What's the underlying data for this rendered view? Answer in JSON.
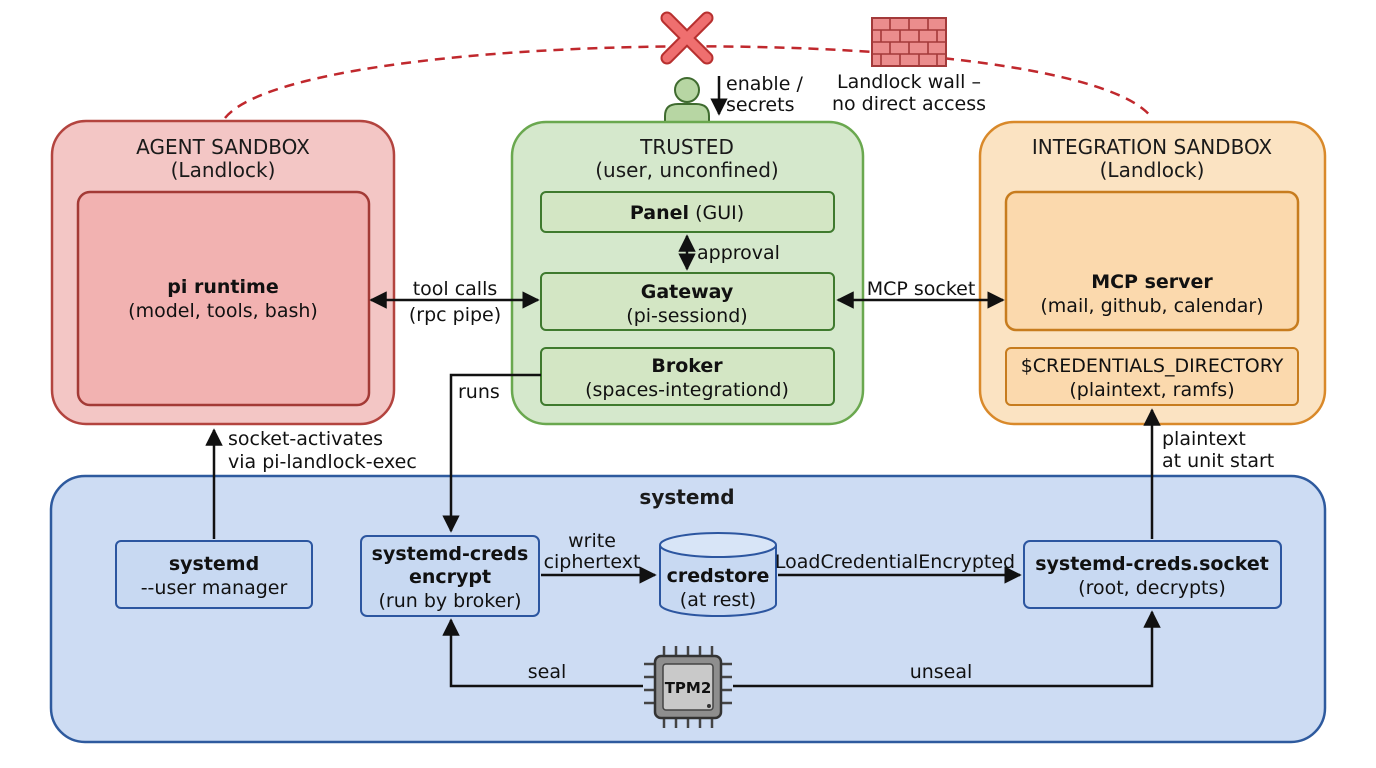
{
  "agent_sandbox": {
    "title": "AGENT SANDBOX",
    "subtitle": "(Landlock)",
    "runtime_title": "pi runtime",
    "runtime_desc": "(model, tools, bash)"
  },
  "trusted": {
    "title": "TRUSTED",
    "subtitle": "(user, unconfined)",
    "panel_title": "Panel",
    "panel_desc": "(GUI)",
    "gateway_title": "Gateway",
    "gateway_desc": "(pi-sessiond)",
    "broker_title": "Broker",
    "broker_desc": "(spaces-integrationd)"
  },
  "integration_sandbox": {
    "title": "INTEGRATION SANDBOX",
    "subtitle": "(Landlock)",
    "mcp_title": "MCP server",
    "mcp_desc": "(mail, github, calendar)",
    "cred_dir_title": "$CREDENTIALS_DIRECTORY",
    "cred_dir_desc": "(plaintext, ramfs)"
  },
  "systemd": {
    "title": "systemd",
    "user_manager_title": "systemd",
    "user_manager_desc": "--user manager",
    "encrypt_title_1": "systemd-creds",
    "encrypt_title_2": "encrypt",
    "encrypt_desc": "(run by broker)",
    "credstore_title": "credstore",
    "credstore_desc": "(at rest)",
    "socket_title": "systemd-creds.socket",
    "socket_desc": "(root, decrypts)",
    "tpm_label": "TPM2"
  },
  "edges": {
    "enable_1": "enable /",
    "enable_2": "secrets",
    "landlock_wall_1": "Landlock wall –",
    "landlock_wall_2": "no direct access",
    "approval": "approval",
    "tool_calls_1": "tool calls",
    "tool_calls_2": "(rpc pipe)",
    "mcp_socket": "MCP socket",
    "runs": "runs",
    "socket_activates_1": "socket-activates",
    "socket_activates_2": "via pi-landlock-exec",
    "plaintext_1": "plaintext",
    "plaintext_2": "at unit start",
    "write_1": "write",
    "write_2": "ciphertext",
    "load_cred": "LoadCredentialEncrypted",
    "seal": "seal",
    "unseal": "unseal"
  },
  "colors": {
    "agent_fill": "#f2c6c6",
    "agent_stroke": "#b3443f",
    "trusted_fill": "#d5e8cc",
    "trusted_stroke": "#6aa84f",
    "integration_fill": "#fbe3c2",
    "integration_stroke": "#d9892a",
    "systemd_fill": "#cddcf3",
    "systemd_stroke": "#2e5a9e",
    "dashed_wall": "#c0282d",
    "cross": "#ee6b6b",
    "brick": "#e88585"
  },
  "icons": [
    "user-icon",
    "red-cross-icon",
    "brick-wall-icon",
    "tpm-chip-icon"
  ]
}
